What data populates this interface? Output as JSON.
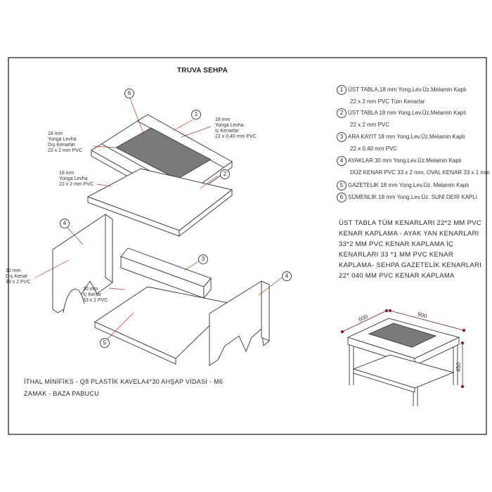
{
  "title": "TRUVA SEHPA",
  "legend": [
    {
      "num": "1",
      "line1": "ÜST TABLA,18 mm Yong.Lev.Üz.Melamin Kaplı",
      "line2": "22 x 2 mm PVC   Tüm Kenarlar"
    },
    {
      "num": "2",
      "line1": "ÜST TABLA  18 mm Yong.Lev.Üz.Melamin Kaplı",
      "line2": "22 x 2 mm PVC"
    },
    {
      "num": "3",
      "line1": "ARA KAYIT  18 mm Yong.Lev.Üz.Melamin Kaplı",
      "line2": "22 x 0,40 mm PVC"
    },
    {
      "num": "4",
      "line1": "AYAKLAR 30 mm  Yong.Lev.Üz.Melamin Kaplı",
      "line2": "DÜZ KENAR PVC 33 x 2 mm,  OVAL KENAR 33 x 1 mm"
    },
    {
      "num": "5",
      "line1": "GAZETELİK 18 mm Yong.Lev.Üz. Melamin Kaplı",
      "line2": ""
    },
    {
      "num": "6",
      "line1": "SÜMENLİK 18 mm Yong.Lev.Üz. SUNİ DERİ KAPLI",
      "line2": ""
    }
  ],
  "note": "ÜST TABLA TÜM KENARLARI 22*2 MM PVC KENAR KAPLAMA - AYAK YAN KENARLARI 33*2 MM PVC KENAR KAPLAMA İÇ KENARLARI 33 *1 MM PVC KENAR KAPLAMA- SEHPA GAZETELİK KENARLARI 22* 040 MM PVC KENAR KAPLAMA",
  "footer": "İTHAL MİNİFİKS - Q8 PLASTİK KAVELA4*30 AHŞAP VİDASI - M6  ZAMAK - BAZA PABUCU",
  "callouts": {
    "top_inner": [
      "18 mm",
      "Yonga Levha",
      "İç Kenarlar",
      "22 x 0,40 mm PVC"
    ],
    "top_outer": [
      "18 mm",
      "Yonga Levha",
      "Dış Kenarlar",
      "22 x 2 mm PVC"
    ],
    "shelf": [
      "18 mm",
      "Yonga Levha",
      "22 x 2 mm PVC"
    ],
    "leg_outer": [
      "30 mm",
      "Dış Kenar",
      "33 x 2 PVC"
    ],
    "leg_inner": [
      "30 mm",
      "İç Kenar",
      "33 x 1 PVC"
    ]
  },
  "part_numbers": [
    "1",
    "2",
    "3",
    "4",
    "4",
    "5",
    "6"
  ],
  "dimensions": {
    "depth": "600",
    "width": "900",
    "height": "450"
  },
  "colors": {
    "stroke": "#333333",
    "fill_pad": "#7a7a7a",
    "frame": "#111111"
  }
}
